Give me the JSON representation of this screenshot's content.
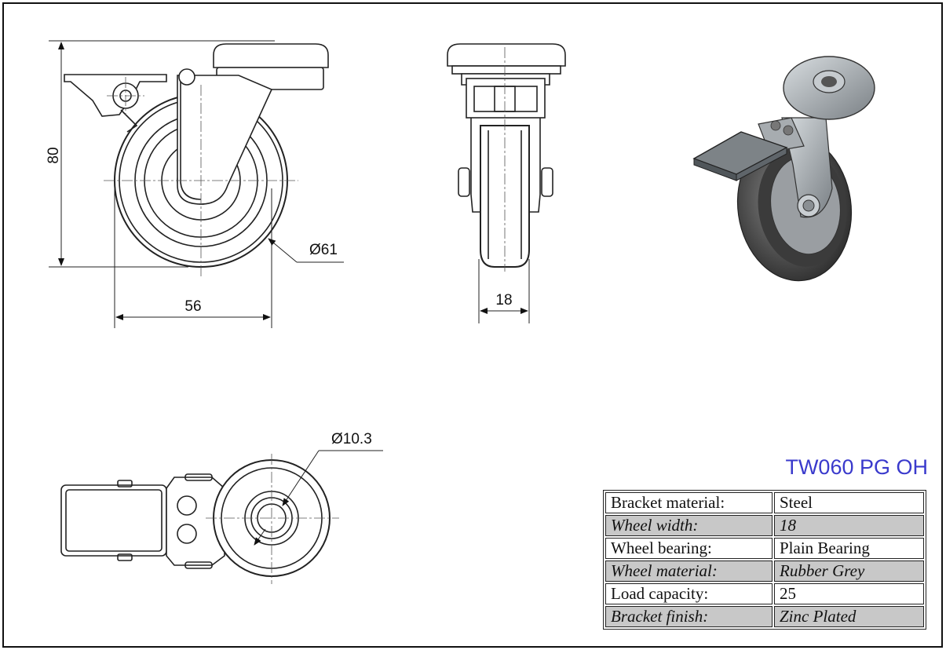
{
  "part_number": "TW060 PG OH",
  "dimensions": {
    "height": "80",
    "wheel_diameter": "Ø61",
    "width": "56",
    "wheel_width": "18",
    "bolt_hole": "Ø10.3"
  },
  "specs": [
    {
      "label": "Bracket material:",
      "value": "Steel"
    },
    {
      "label": "Wheel width:",
      "value": "18"
    },
    {
      "label": "Wheel bearing:",
      "value": "Plain Bearing"
    },
    {
      "label": "Wheel material:",
      "value": "Rubber Grey"
    },
    {
      "label": "Load capacity:",
      "value": "25"
    },
    {
      "label": "Bracket finish:",
      "value": "Zinc Plated"
    }
  ],
  "colors": {
    "frame": "#111111",
    "title": "#3a3acc",
    "alt_row": "#c8c8c8"
  }
}
